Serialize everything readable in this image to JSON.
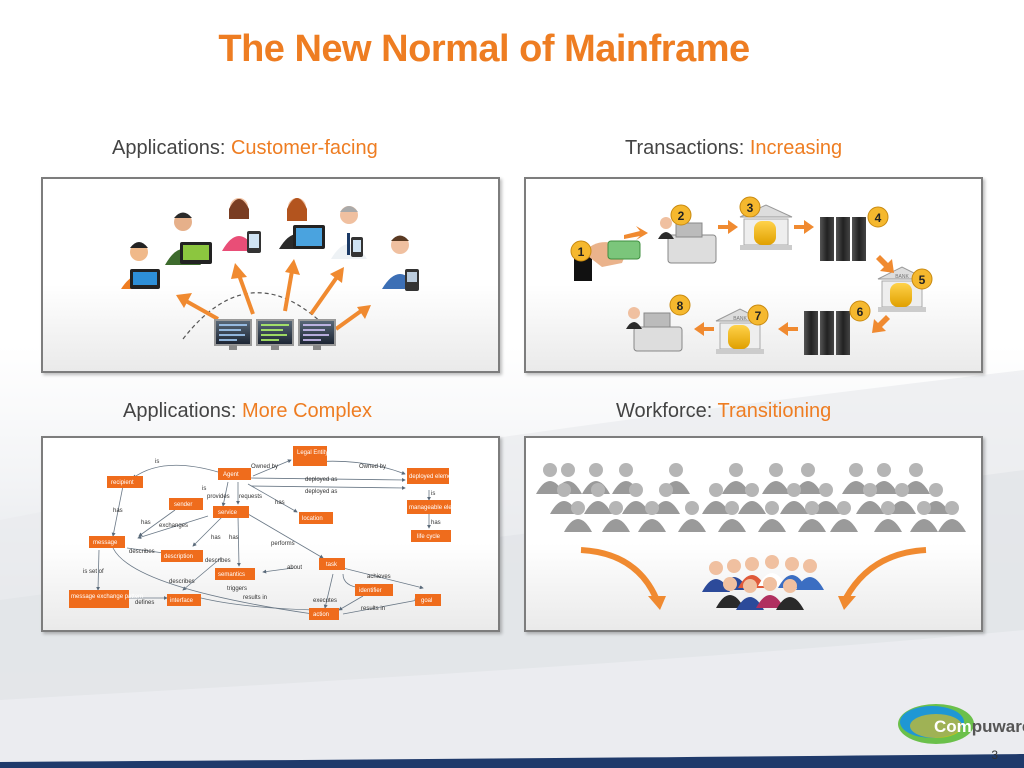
{
  "slide": {
    "title": "The New Normal of Mainframe",
    "page_number": "3"
  },
  "quadrants": {
    "top_left": {
      "label": "Applications:",
      "highlight": "Customer-facing"
    },
    "top_right": {
      "label": "Transactions:",
      "highlight": "Increasing"
    },
    "bottom_left": {
      "label": "Applications:",
      "highlight": "More Complex"
    },
    "bottom_right": {
      "label": "Workforce:",
      "highlight": "Transitioning"
    }
  },
  "transactions": {
    "steps": [
      "1",
      "2",
      "3",
      "4",
      "5",
      "6",
      "7",
      "8"
    ],
    "bank_label": "BANK"
  },
  "complexity_graph": {
    "nodes": {
      "legal_entity": "Legal Entity",
      "agent": "Agent",
      "deployed_element": "deployed element",
      "recipient": "recipient",
      "sender": "sender",
      "service": "service",
      "location": "location",
      "manageable_element": "manageable element",
      "life_cycle": "life cycle",
      "message": "message",
      "description": "description",
      "task": "task",
      "semantics": "semantics",
      "identifier": "identifier",
      "message_exchange_pattern": "message exchange pattern",
      "interface": "interface",
      "goal": "goal",
      "action": "action"
    },
    "edges": {
      "is": "is",
      "owned_by_1": "Owned by",
      "owned_by_2": "Owned by",
      "deployed_as_1": "deployed as",
      "deployed_as_2": "deployed as",
      "is_2": "is",
      "provides": "provides",
      "requests": "requests",
      "has_1": "has",
      "is_3": "is",
      "has_2": "has",
      "has_3": "has",
      "exchanges": "exchanges",
      "has_4": "has",
      "has_5": "has",
      "performs": "performs",
      "describes_1": "describes",
      "describes_2": "describes",
      "about": "about",
      "achieves": "achieves",
      "is_set_of": "is set of",
      "describes_3": "describes",
      "has_6": "has",
      "triggers": "triggers",
      "results_in_1": "results in",
      "executes": "executes",
      "results_in_2": "results in",
      "defines": "defines"
    }
  },
  "logo": {
    "prefix": "Com",
    "suffix": "puware"
  },
  "colors": {
    "accent": "#ee7d22",
    "node": "#ef6c1c",
    "arrow": "#f08a30",
    "footer": "#1f3a6b"
  }
}
